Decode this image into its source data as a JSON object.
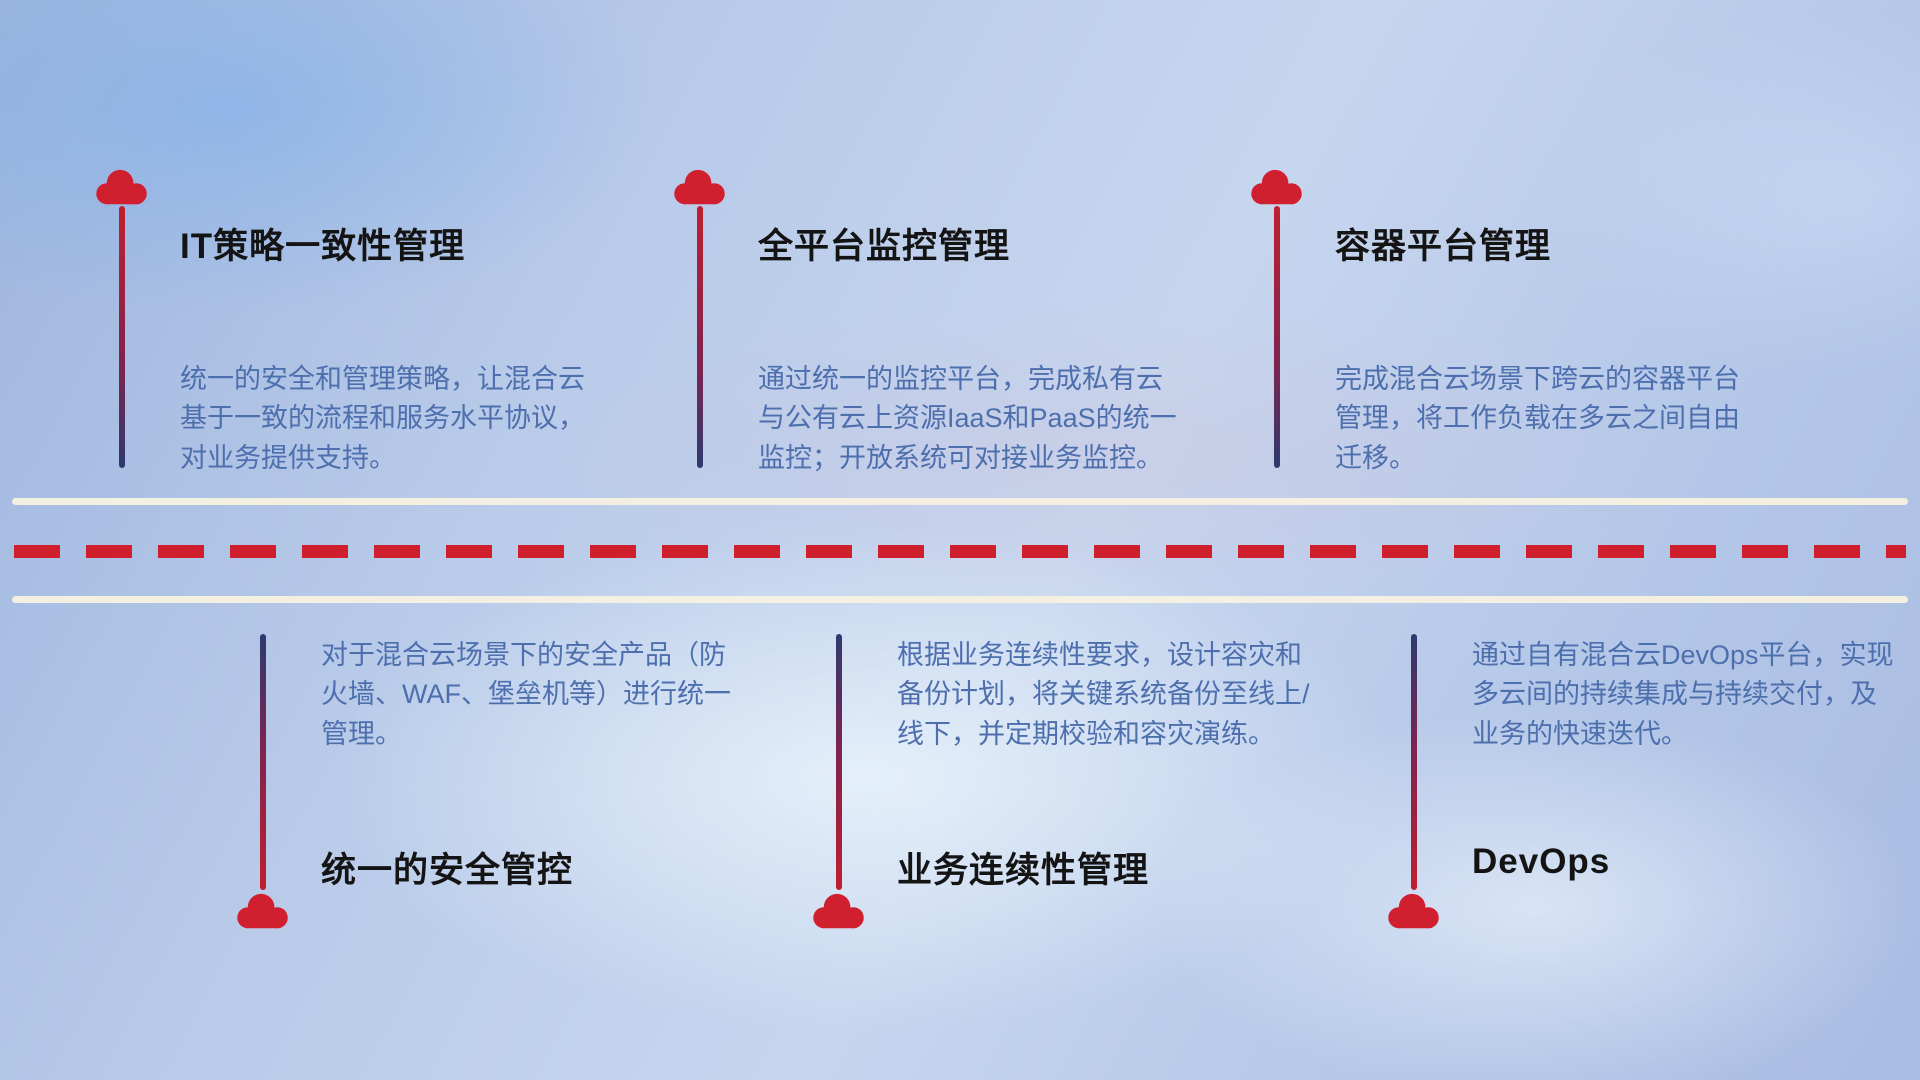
{
  "colors": {
    "cloud": "#d01f2e",
    "dash": "#cf1f2d",
    "road_line": "#f6f0e1",
    "title": "#141414",
    "description": "#4d6fae",
    "line_red": "#c01f2e",
    "line_navy": "#2d3a6f"
  },
  "top_items": [
    {
      "title": "IT策略一致性管理",
      "description": "统一的安全和管理策略，让混合云基于一致的流程和服务水平协议，对业务提供支持。"
    },
    {
      "title": "全平台监控管理",
      "description": "通过统一的监控平台，完成私有云与公有云上资源IaaS和PaaS的统一监控；开放系统可对接业务监控。"
    },
    {
      "title": "容器平台管理",
      "description": "完成混合云场景下跨云的容器平台管理，将工作负载在多云之间自由迁移。"
    }
  ],
  "bottom_items": [
    {
      "title": "统一的安全管控",
      "description": "对于混合云场景下的安全产品（防火墙、WAF、堡垒机等）进行统一管理。"
    },
    {
      "title": "业务连续性管理",
      "description": "根据业务连续性要求，设计容灾和备份计划，将关键系统备份至线上/线下，并定期校验和容灾演练。"
    },
    {
      "title": "DevOps",
      "description": "通过自有混合云DevOps平台，实现多云间的持续集成与持续交付，及业务的快速迭代。"
    }
  ]
}
